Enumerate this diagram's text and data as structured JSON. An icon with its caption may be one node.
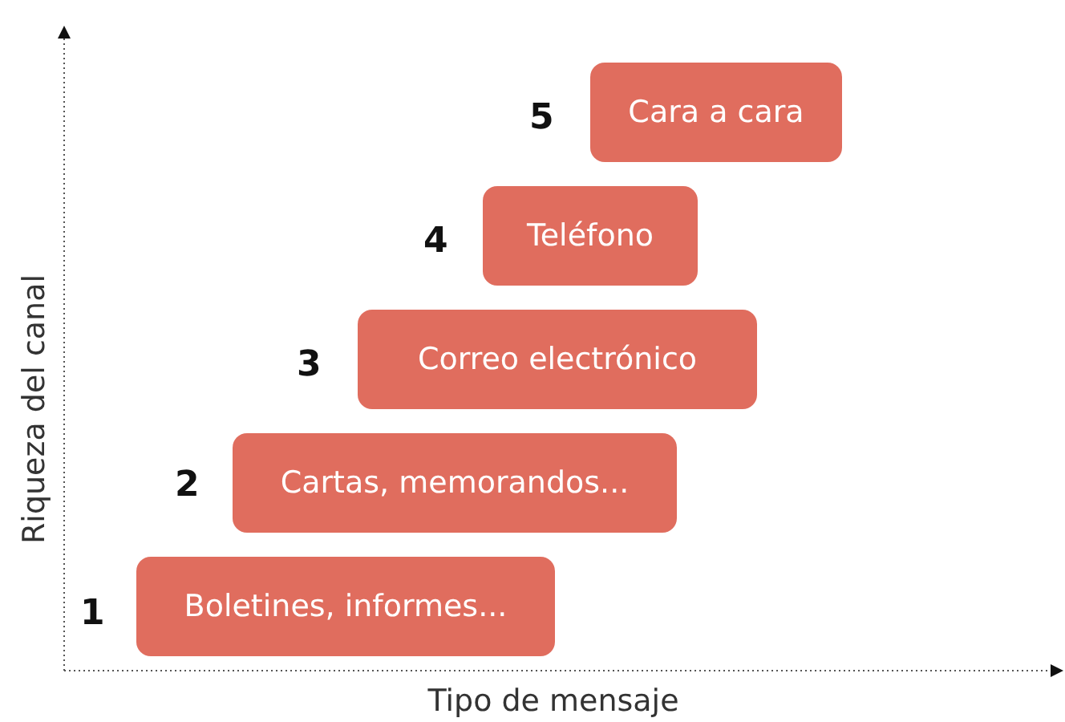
{
  "diagram": {
    "nodes": [
      {
        "text": [
          "Cara a cara"
        ],
        "beside": [
          "5"
        ]
      },
      {
        "text": [
          "Teléfono"
        ],
        "beside": [
          "4"
        ]
      },
      {
        "text": [
          "Correo electrónico"
        ],
        "beside": [
          "3"
        ]
      },
      {
        "text": [
          "Cartas, memorandos..."
        ],
        "beside": [
          "2"
        ]
      },
      {
        "text": [
          "Boletines, informes..."
        ],
        "beside": [
          "1"
        ]
      }
    ],
    "labels": [
      "Riqueza del canal",
      "Tipo de mensaje"
    ]
  }
}
